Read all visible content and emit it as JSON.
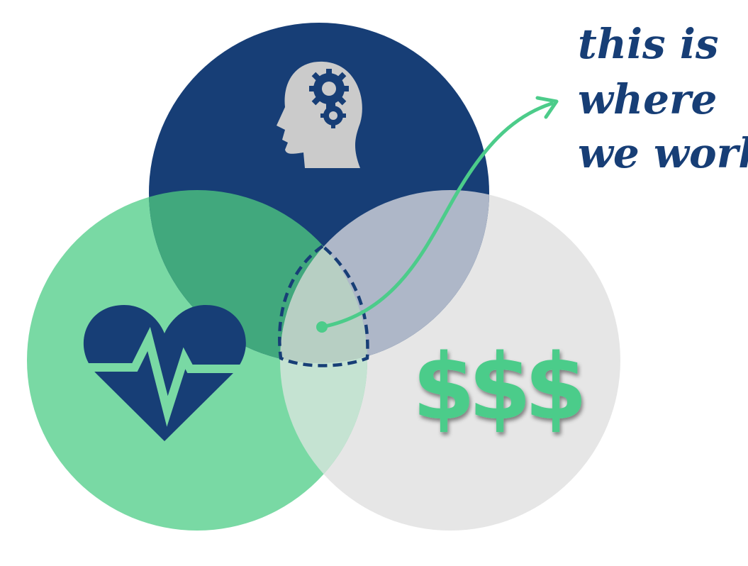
{
  "annotation": {
    "lines": [
      "this is",
      "where",
      "we work"
    ]
  },
  "money_label": "$$$",
  "icons": {
    "top": "head-gears-icon",
    "left": "heart-pulse-icon",
    "right": "dollar-signs"
  },
  "colors": {
    "navy": "#173e76",
    "green": "#79d9a4",
    "gray": "#e6e6e6",
    "arrow": "#4ccc8a",
    "head": "#cbcbcb",
    "navy_gray_overlap": "#aeb7c8",
    "navy_green_overlap": "#41a87d",
    "green_gray_overlap": "#c5e3d2",
    "center": "#b7cfc3"
  }
}
